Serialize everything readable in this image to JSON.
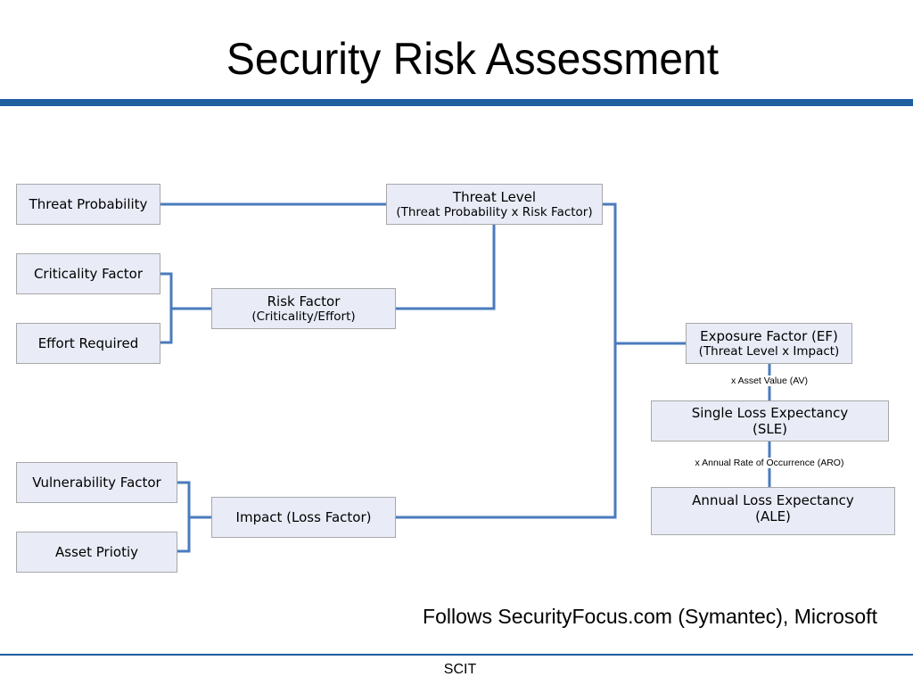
{
  "slide": {
    "title": "Security Risk Assessment",
    "credit": "Follows SecurityFocus.com (Symantec),  Microsoft",
    "footer": "SCIT"
  },
  "boxes": {
    "threat_probability": "Threat Probability",
    "criticality_factor": "Criticality Factor",
    "effort_required": "Effort Required",
    "risk_factor": "Risk Factor",
    "risk_factor_sub": "(Criticality/Effort)",
    "threat_level": "Threat Level",
    "threat_level_sub": "(Threat Probability x Risk Factor)",
    "vulnerability_factor": "Vulnerability Factor",
    "asset_priority": "Asset Priotiy",
    "impact": "Impact (Loss Factor)",
    "exposure_factor": "Exposure Factor (EF)",
    "exposure_factor_sub": "(Threat Level x Impact)",
    "sle_line1": "Single Loss Expectancy",
    "sle_line2": "(SLE)",
    "ale_line1": "Annual Loss Expectancy",
    "ale_line2": "(ALE)"
  },
  "notes": {
    "asset_value": "x Asset Value (AV)",
    "aro": "x Annual Rate of Occurrence (ARO)"
  },
  "colors": {
    "connector": "#4a7bbd",
    "rule": "#1f5fa0",
    "box_fill": "#e9ecf7"
  }
}
